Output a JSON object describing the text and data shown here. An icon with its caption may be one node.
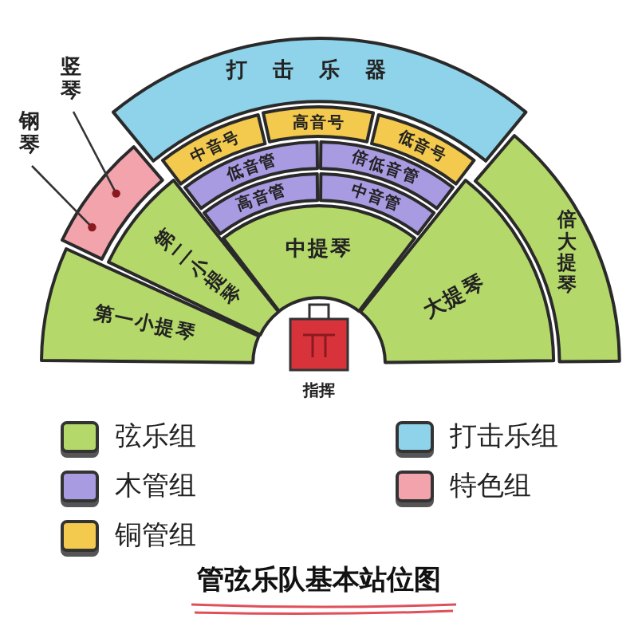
{
  "diagram": {
    "caption": "管弦乐队基本站位图",
    "nodes": [
      {
        "text": [
          "打击乐器"
        ]
      },
      {
        "text": [
          "中音号"
        ]
      },
      {
        "text": [
          "高音号"
        ]
      },
      {
        "text": [
          "低音号"
        ]
      },
      {
        "text": [
          "低音管"
        ]
      },
      {
        "text": [
          "倍低音管"
        ]
      },
      {
        "text": [
          "高音管"
        ]
      },
      {
        "text": [
          "中音管"
        ]
      },
      {
        "text": [
          "竖琴"
        ]
      },
      {
        "text": [
          "钢琴"
        ]
      },
      {
        "text": [],
        "shape": "band"
      },
      {
        "text": [
          "第二小提琴"
        ]
      },
      {
        "text": [
          "中提琴"
        ]
      },
      {
        "text": [
          "倍大提琴"
        ]
      },
      {
        "text": [
          "大提琴"
        ]
      },
      {
        "text": [
          "第一小提琴"
        ]
      },
      {
        "text": [
          "指挥"
        ]
      }
    ],
    "edges": [
      {
        "from": 8,
        "to": 10,
        "arrow": "other"
      },
      {
        "from": 9,
        "to": 10,
        "arrow": "other"
      }
    ],
    "legend": [
      {
        "text": "弦乐组",
        "color": "#b5d86a"
      },
      {
        "text": "打击乐组",
        "color": "#8fd3ea"
      },
      {
        "text": "木管组",
        "color": "#a99be2"
      },
      {
        "text": "特色组",
        "color": "#f2a3ab"
      },
      {
        "text": "铜管组",
        "color": "#f3c94e"
      }
    ]
  }
}
